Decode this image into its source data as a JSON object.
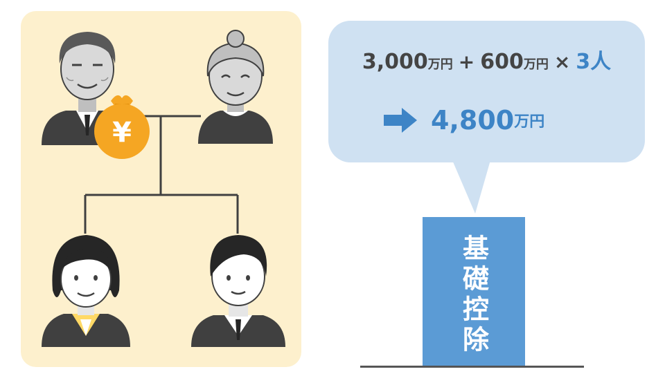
{
  "formula": {
    "base_amount": "3,000",
    "base_unit": "万円",
    "plus": "+",
    "per_person_amount": "600",
    "per_person_unit": "万円",
    "times": "×",
    "heirs": "3人"
  },
  "result": {
    "amount": "4,800",
    "unit": "万円"
  },
  "pillar": {
    "label": "基礎控除"
  },
  "money_bag": {
    "symbol": "¥"
  },
  "icons": {
    "arrow": "arrow-right-icon",
    "bag": "money-bag-icon"
  },
  "colors": {
    "panel_bg": "#fdf0cd",
    "bubble_bg": "#cfe1f2",
    "accent_blue": "#3d84c6",
    "pillar_blue": "#5b9bd5",
    "bag_orange": "#f5a623",
    "person_dark": "#404040",
    "person_light": "#d9d9d9"
  }
}
